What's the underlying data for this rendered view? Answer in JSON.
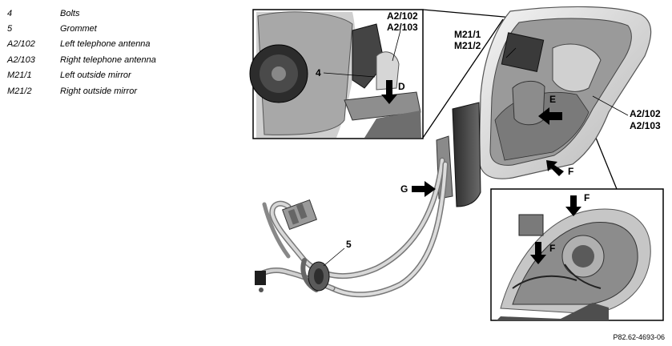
{
  "legend": [
    {
      "code": "4",
      "description": "Bolts"
    },
    {
      "code": "5",
      "description": "Grommet"
    },
    {
      "code": "A2/102",
      "description": "Left telephone antenna"
    },
    {
      "code": "A2/103",
      "description": "Right telephone antenna"
    },
    {
      "code": "M21/1",
      "description": "Left outside mirror"
    },
    {
      "code": "M21/2",
      "description": "Right outside mirror"
    }
  ],
  "callouts": {
    "top_inset_antenna_1": "A2/102",
    "top_inset_antenna_2": "A2/103",
    "bolt": "4",
    "arrow_d": "D",
    "mirror_1": "M21/1",
    "mirror_2": "M21/2",
    "arrow_e": "E",
    "right_antenna_1": "A2/102",
    "right_antenna_2": "A2/103",
    "arrow_f_main": "F",
    "arrow_g": "G",
    "grommet": "5",
    "arrow_f_inset_top": "F",
    "arrow_f_inset_left": "F"
  },
  "reference": "P82.62-4693-06"
}
